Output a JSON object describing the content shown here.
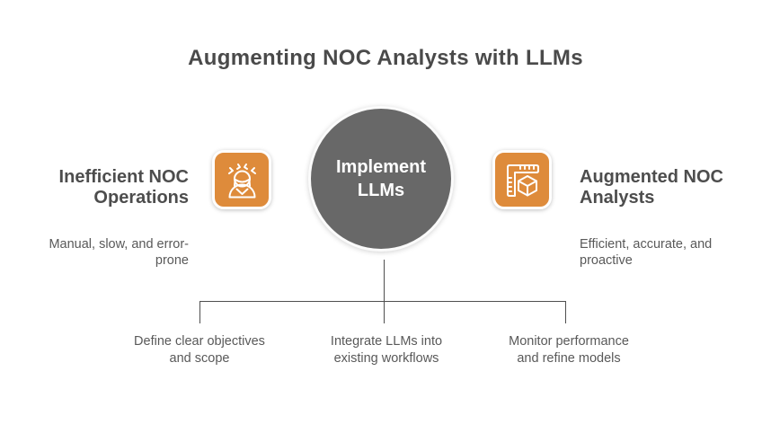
{
  "title": "Augmenting NOC Analysts with LLMs",
  "left": {
    "heading": "Inefficient NOC\nOperations",
    "subtext": "Manual, slow, and error-\nprone",
    "icon": "stressed-person-icon"
  },
  "center": {
    "label": "Implement\nLLMs"
  },
  "right": {
    "heading": "Augmented NOC\nAnalysts",
    "subtext": "Efficient, accurate, and\nproactive",
    "icon": "ruler-cube-icon"
  },
  "steps": [
    {
      "label": "Define clear objectives\nand scope"
    },
    {
      "label": "Integrate LLMs into\nexisting workflows"
    },
    {
      "label": "Monitor performance\nand refine models"
    }
  ],
  "colors": {
    "accent_orange": "#DE8B3B",
    "circle_gray": "#686868",
    "title_gray": "#4A4A4A",
    "heading_gray": "#4D4D4D",
    "body_text_gray": "#595959",
    "line_gray": "#4F4F4F",
    "background": "#FFFFFF",
    "icon_stroke": "#FFFFFF"
  }
}
